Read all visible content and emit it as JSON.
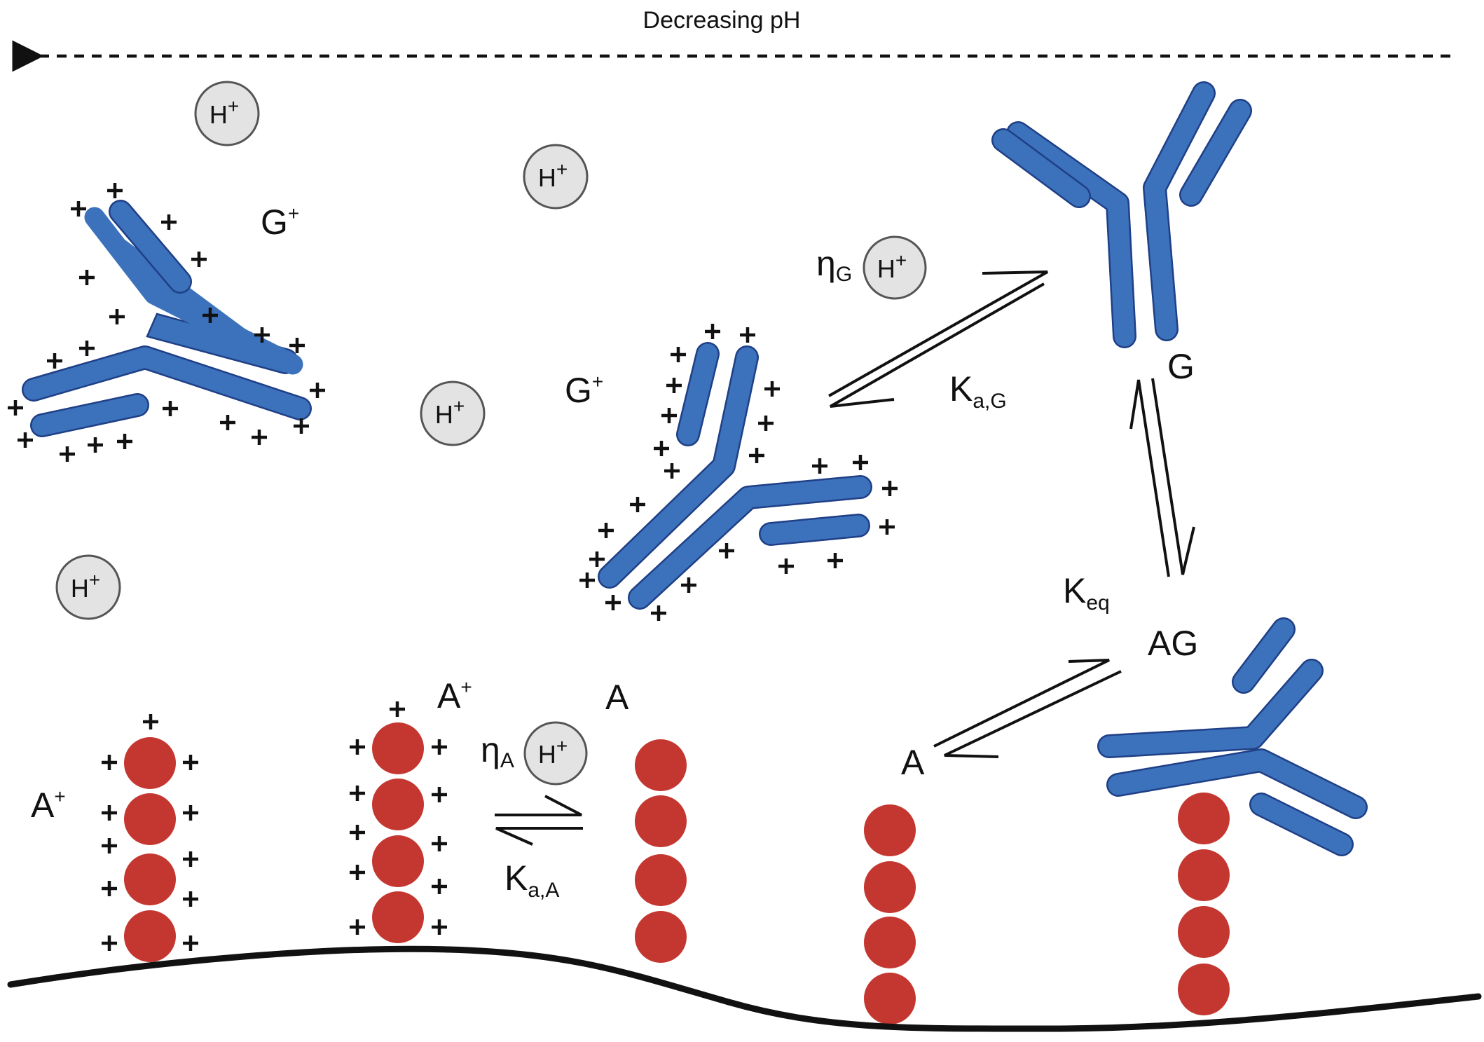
{
  "header": {
    "title": "Decreasing pH"
  },
  "proton": {
    "label": "H",
    "charge": "+"
  },
  "species": {
    "g_charged": {
      "base": "G",
      "charge": "+"
    },
    "g_neutral": {
      "base": "G"
    },
    "a_charged": {
      "base": "A",
      "charge": "+"
    },
    "a_neutral": {
      "base": "A"
    },
    "complex": {
      "base": "AG"
    }
  },
  "constants": {
    "eta_g": {
      "base": "η",
      "sub": "G"
    },
    "eta_a": {
      "base": "η",
      "sub": "A"
    },
    "ka_g": {
      "base": "K",
      "sub": "a,G"
    },
    "ka_a": {
      "base": "K",
      "sub": "a,A"
    },
    "keq": {
      "base": "K",
      "sub": "eq"
    }
  },
  "colors": {
    "antibody_fill": "#3b72bb",
    "antibody_stroke": "#1f3f86",
    "ligand_bead": "#c43730",
    "proton_fill": "#e3e3e3",
    "proton_stroke": "#555555"
  },
  "icons": {
    "antibody": "y-shaped-antibody-icon",
    "ligand": "red-bead-chain-icon",
    "proton": "circled-proton-icon",
    "equilibrium": "half-arrow-equilibrium-icon"
  }
}
